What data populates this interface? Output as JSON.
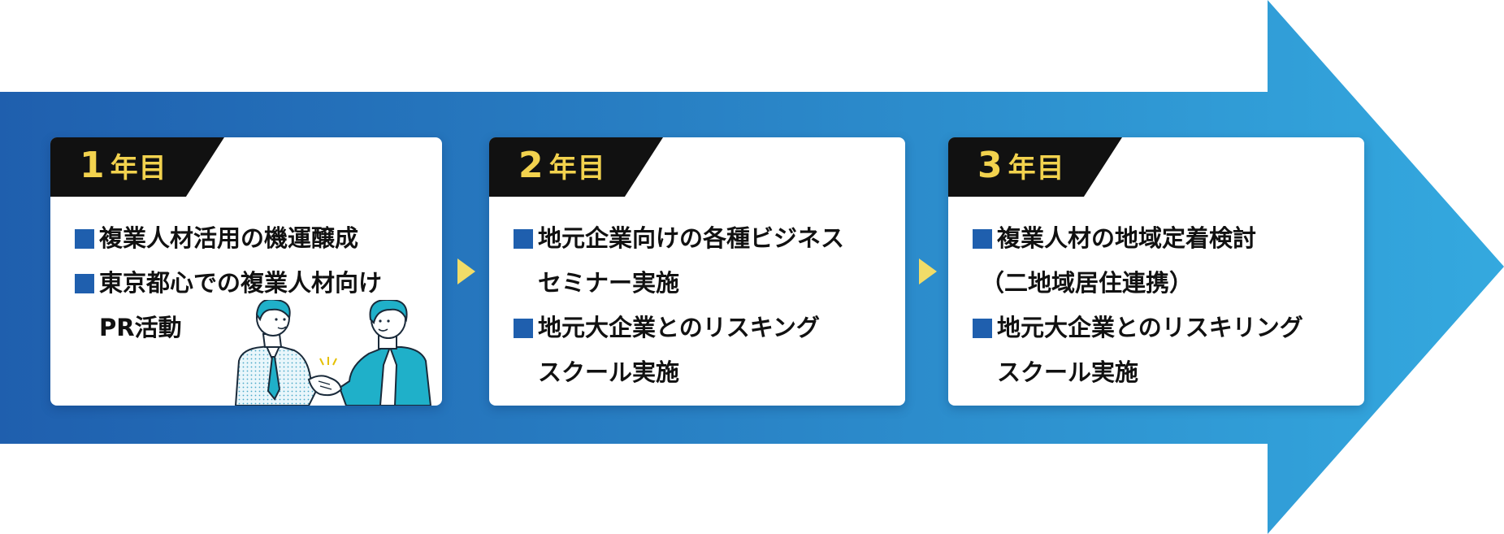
{
  "colors": {
    "arrow_start": "#1f5fae",
    "arrow_end": "#34a9df",
    "tab_background": "#111111",
    "year_text": "#f2d24e",
    "bullet": "#1f5fae",
    "connector": "#f1dc68"
  },
  "steps": [
    {
      "year_number": "1",
      "year_unit": "年目",
      "items": [
        {
          "lines": [
            "複業人材活用の機運醸成"
          ]
        },
        {
          "lines": [
            "東京都心での複業人材向け",
            "PR活動"
          ]
        }
      ],
      "illustration": "handshake-illustration"
    },
    {
      "year_number": "2",
      "year_unit": "年目",
      "items": [
        {
          "lines": [
            "地元企業向けの各種ビジネス",
            "セミナー実施"
          ]
        },
        {
          "lines": [
            "地元大企業とのリスキング",
            "スクール実施"
          ]
        }
      ]
    },
    {
      "year_number": "3",
      "year_unit": "年目",
      "items": [
        {
          "lines": [
            "複業人材の地域定着検討",
            "（二地域居住連携）"
          ]
        },
        {
          "lines": [
            "地元大企業とのリスキリング",
            "スクール実施"
          ]
        }
      ]
    }
  ],
  "connectors": [
    "triangle-right-icon",
    "triangle-right-icon"
  ]
}
